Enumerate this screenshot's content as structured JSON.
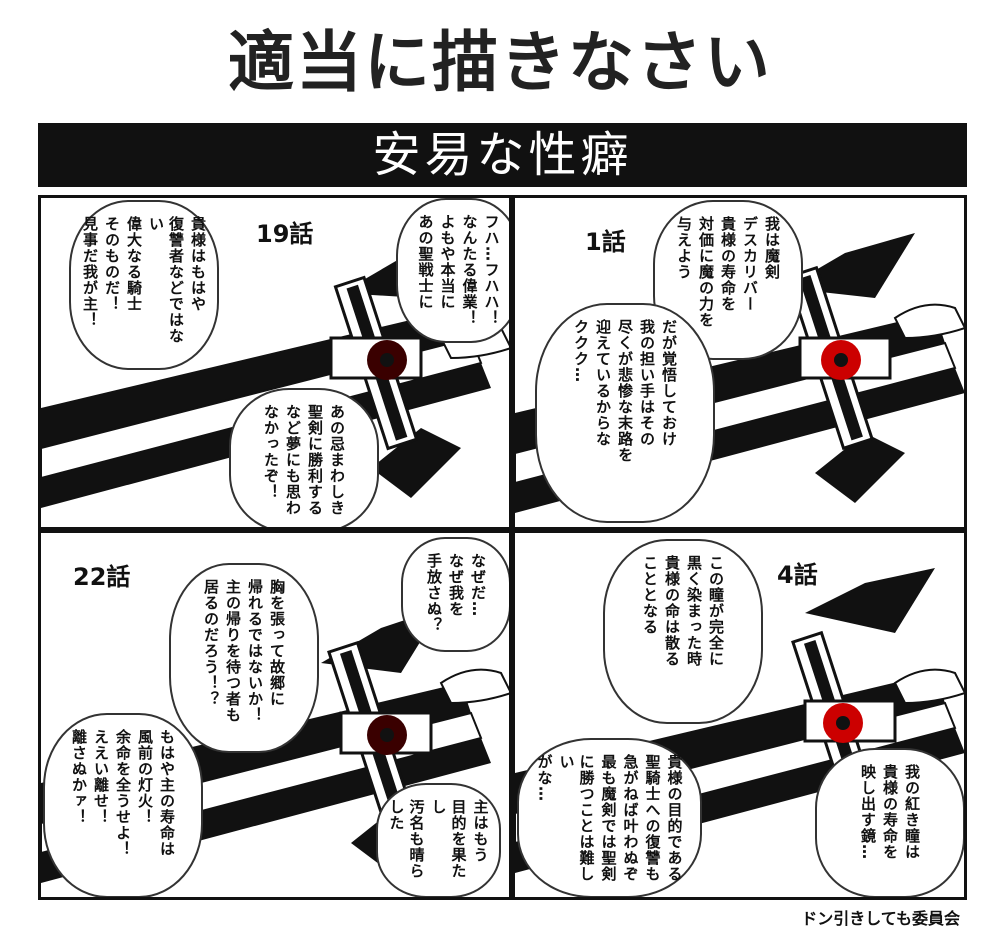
{
  "title": "適当に描きなさい",
  "banner": "安易な性癖",
  "credit": "ドン引きしても委員会",
  "panels": [
    {
      "episode": "19話",
      "bubbles": [
        {
          "lines": [
            "貴様はもはや",
            "復讐者などではない",
            "偉大なる騎士",
            "そのものだ！",
            "見事だ我が主！"
          ]
        },
        {
          "lines": [
            "フハ…フハハ！",
            "なんたる偉業！",
            "よもや本当に",
            "あの聖戦士に"
          ]
        },
        {
          "lines": [
            "あの忌まわしき",
            "聖剣に勝利する",
            "など夢にも思わ",
            "なかったぞ！"
          ]
        }
      ]
    },
    {
      "episode": "1話",
      "bubbles": [
        {
          "lines": [
            "我は魔剣",
            "デスカリバー",
            "貴様の寿命を",
            "対価に魔の力を",
            "与えよう"
          ]
        },
        {
          "lines": [
            "だが覚悟しておけ",
            "我の担い手はその",
            "尽くが悲惨な末路を",
            "迎えているからな",
            "ククク…"
          ]
        }
      ]
    },
    {
      "episode": "22話",
      "bubbles": [
        {
          "lines": [
            "なぜだ…",
            "なぜ我を",
            "手放さぬ？"
          ]
        },
        {
          "lines": [
            "胸を張って故郷に",
            "帰れるではないか！",
            "主の帰りを待つ者も",
            "居るのだろう！？"
          ]
        },
        {
          "lines": [
            "もはや主の寿命は",
            "風前の灯火！",
            "余命を全うせよ！",
            "ええい離せ！",
            "離さぬかァ！"
          ]
        },
        {
          "lines": [
            "主はもう",
            "目的を果たし",
            "汚名も晴らした"
          ]
        }
      ]
    },
    {
      "episode": "4話",
      "bubbles": [
        {
          "lines": [
            "この瞳が完全に",
            "黒く染まった時",
            "貴様の命は散る",
            "こととなる"
          ]
        },
        {
          "lines": [
            "貴様の目的である",
            "聖騎士への復讐も",
            "急がねば叶わぬぞ",
            "最も魔剣では聖剣",
            "に勝つことは難しい",
            "がな…"
          ]
        },
        {
          "lines": [
            "我の紅き瞳は",
            "貴様の寿命を",
            "映し出す鏡…"
          ]
        }
      ]
    }
  ],
  "colors": {
    "eye_red": "#cc0000",
    "eye_dark": "#3a0000",
    "ink": "#111111"
  }
}
